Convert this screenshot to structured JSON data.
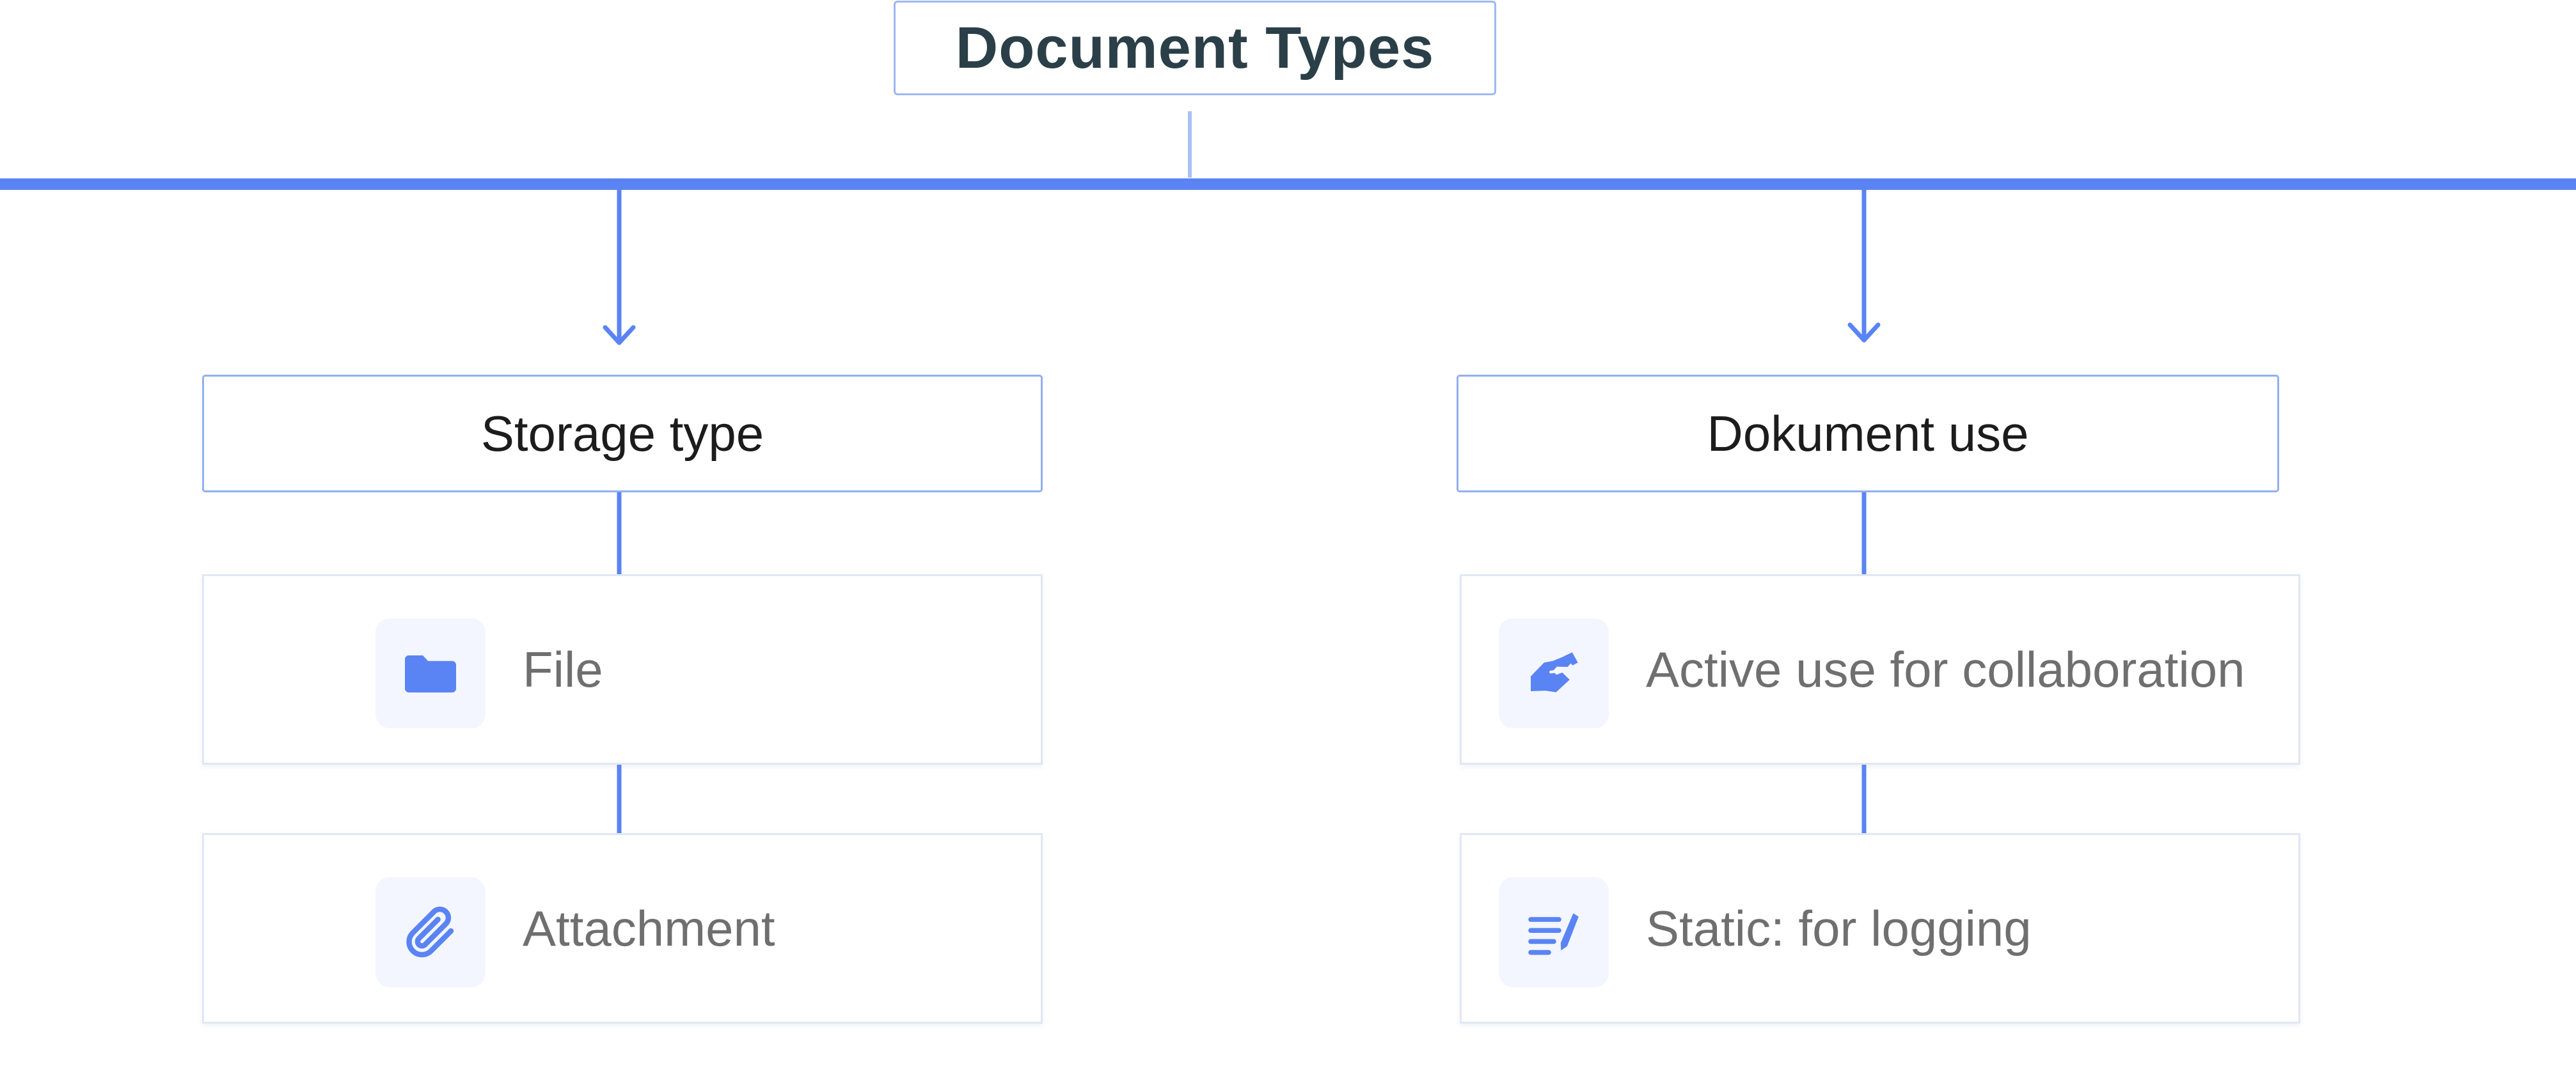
{
  "diagram": {
    "title": "Document Types",
    "colors": {
      "accent": "#5a84f3",
      "connector_light": "#a9c0f2",
      "title_text": "#2b3f48",
      "item_text": "#6f6f6f"
    },
    "categories": [
      {
        "label": "Storage type",
        "items": [
          {
            "label": "File",
            "icon": "folder-icon"
          },
          {
            "label": "Attachment",
            "icon": "paperclip-icon"
          }
        ]
      },
      {
        "label": "Dokument use",
        "items": [
          {
            "label": "Active use for collaboration",
            "icon": "handshake-icon"
          },
          {
            "label": "Static: for logging",
            "icon": "notes-pen-icon"
          }
        ]
      }
    ]
  }
}
